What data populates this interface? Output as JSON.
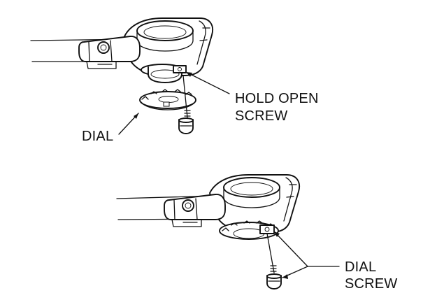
{
  "labels": {
    "hold_open_line1": "HOLD OPEN",
    "hold_open_line2": "SCREW",
    "dial": "DIAL",
    "dial_screw_line1": "DIAL",
    "dial_screw_line2": "SCREW"
  },
  "colors": {
    "ink": "#111111",
    "background": "#ffffff"
  }
}
